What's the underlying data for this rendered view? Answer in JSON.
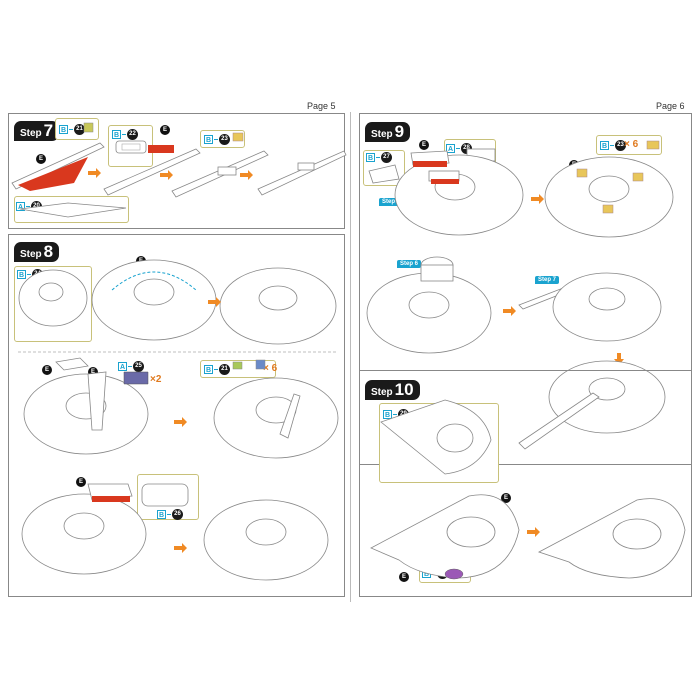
{
  "pages": {
    "left": "Page 5",
    "right": "Page 6"
  },
  "step_word": "Step",
  "steps": {
    "s7": "7",
    "s8": "8",
    "s9": "9",
    "s10": "10"
  },
  "sub_steps": {
    "a": "Step 8",
    "b": "Step 6",
    "c": "Step 7"
  },
  "markers": {
    "e": "E"
  },
  "badges": {
    "b21": {
      "letter": "B",
      "num": "21"
    },
    "b22": {
      "letter": "B",
      "num": "22"
    },
    "b23": {
      "letter": "B",
      "num": "23"
    },
    "a20": {
      "letter": "A",
      "num": "20"
    },
    "b24": {
      "letter": "B",
      "num": "24"
    },
    "a25": {
      "letter": "A",
      "num": "25",
      "count": "×2"
    },
    "b21x6": {
      "letter": "B",
      "num": "21",
      "count": "× 6"
    },
    "b26": {
      "letter": "B",
      "num": "26"
    },
    "b27": {
      "letter": "B",
      "num": "27"
    },
    "a28": {
      "letter": "A",
      "num": "28"
    },
    "b23x6": {
      "letter": "B",
      "num": "23",
      "count": "× 6"
    },
    "b29": {
      "letter": "B",
      "num": "29"
    },
    "b18": {
      "letter": "B",
      "num": "18"
    }
  },
  "colors": {
    "accent": "#f08a24",
    "part_red": "#d9381e",
    "cyan": "#1aa3cf",
    "yellow": "#e8c65a",
    "purple": "#9b59b6"
  }
}
